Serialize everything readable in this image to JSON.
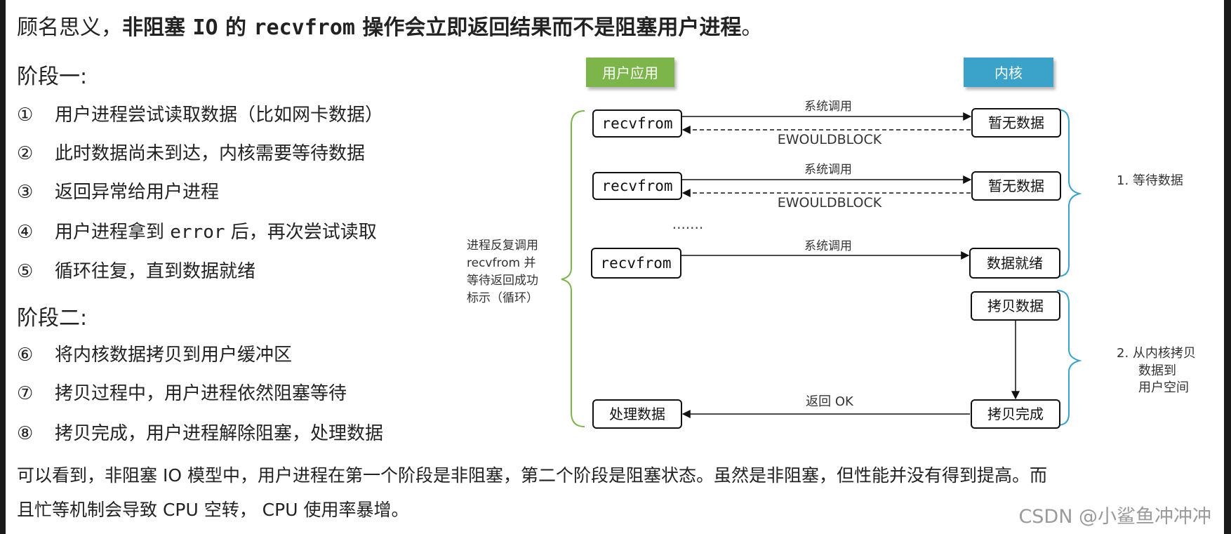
{
  "intro": {
    "prefix": "顾名思义，",
    "bold_a": "非阻塞 ",
    "bold_mono_a": "IO",
    "bold_b": " 的 ",
    "bold_mono_b": "recvfrom",
    "bold_c": " 操作会立即返回结果而不是阻塞用户进程",
    "suffix": "。"
  },
  "stage1": {
    "title": "阶段一:",
    "steps": [
      {
        "num": "①",
        "text": "用户进程尝试读取数据（比如网卡数据）"
      },
      {
        "num": "②",
        "text": "此时数据尚未到达，内核需要等待数据"
      },
      {
        "num": "③",
        "text": "返回异常给用户进程"
      },
      {
        "num": "④",
        "pre": "用户进程拿到 ",
        "mono": "error",
        "post": " 后，再次尝试读取"
      },
      {
        "num": "⑤",
        "text": "循环往复，直到数据就绪"
      }
    ]
  },
  "stage2": {
    "title": "阶段二:",
    "steps": [
      {
        "num": "⑥",
        "text": "将内核数据拷贝到用户缓冲区"
      },
      {
        "num": "⑦",
        "text": "拷贝过程中，用户进程依然阻塞等待"
      },
      {
        "num": "⑧",
        "text": "拷贝完成，用户进程解除阻塞，处理数据"
      }
    ]
  },
  "conclusion": {
    "line1": "可以看到，非阻塞 IO 模型中，用户进程在第一个阶段是非阻塞，第二个阶段是阻塞状态。虽然是非阻塞，但性能并没有得到提高。而",
    "line2": "且忙等机制会导致 CPU 空转， CPU 使用率暴增。"
  },
  "diagram": {
    "user_header": "用户应用",
    "kernel_header": "内核",
    "colors": {
      "user_header": "#7bb54a",
      "kernel_header": "#3aa3c9"
    },
    "recvfrom_label": "recvfrom",
    "syscall_label": "系统调用",
    "ewouldblock_label": "EWOULDBLOCK",
    "no_data_label": "暂无数据",
    "data_ready_label": "数据就绪",
    "copy_data_label": "拷贝数据",
    "copy_done_label": "拷贝完成",
    "process_data_label": "处理数据",
    "return_ok_label": "返回 OK",
    "ellipsis": ".......",
    "left_note": [
      "进程反复调用",
      "recvfrom 并",
      "等待返回成功",
      "标示（循环）"
    ],
    "phase1_note": "1. 等待数据",
    "phase2_note": [
      "2. 从内核拷贝",
      "数据到",
      "用户空间"
    ]
  },
  "watermark": "CSDN @小鲨鱼冲冲冲"
}
